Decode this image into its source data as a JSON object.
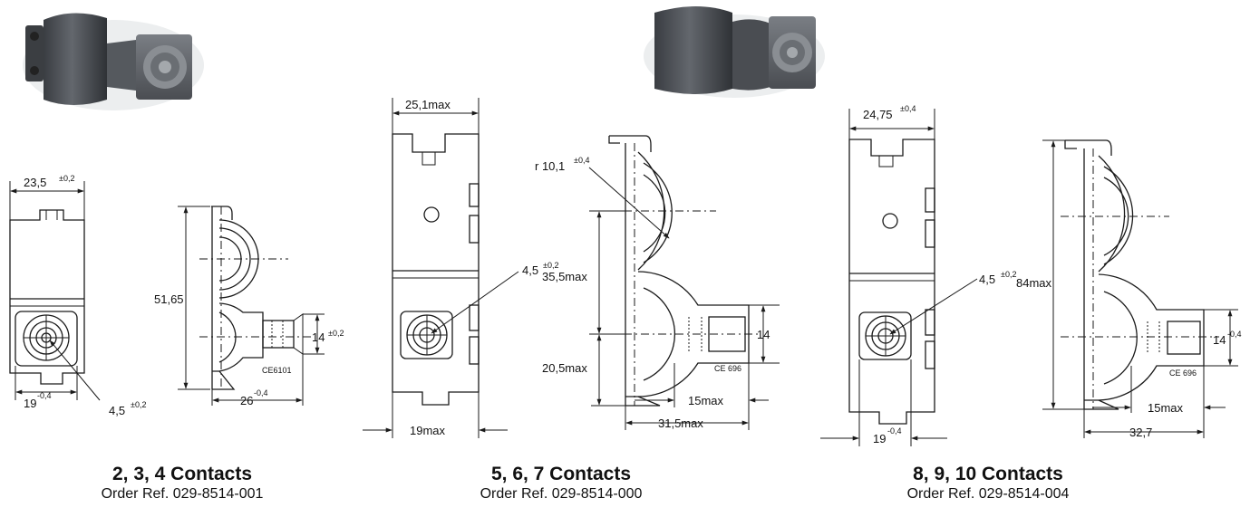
{
  "products": [
    {
      "title": "2, 3, 4 Contacts",
      "order_ref": "Order Ref. 029-8514-001",
      "dims": {
        "width": "23,5",
        "width_tol": "±0,2",
        "height": "51,65",
        "base": "19",
        "base_tol": "-0,4",
        "hole": "4,5",
        "hole_tol": "±0,2",
        "plug": "14",
        "plug_tol": "±0,2",
        "depth": "26",
        "depth_tol": "-0,4",
        "code": "CE6101"
      }
    },
    {
      "title": "5, 6, 7 Contacts",
      "order_ref": "Order Ref. 029-8514-000",
      "dims": {
        "width": "25,1max",
        "radius": "r 10,1",
        "radius_tol": "±0,4",
        "hole": "4,5",
        "hole_tol": "±0,2",
        "pitch": "35,5max",
        "bottom": "20,5max",
        "plug": "14",
        "code": "CE 696",
        "plug_len": "15max",
        "base": "19max",
        "depth": "31,5max"
      }
    },
    {
      "title": "8, 9, 10 Contacts",
      "order_ref": "Order Ref. 029-8514-004",
      "dims": {
        "width": "24,75",
        "width_tol": "±0,4",
        "hole": "4,5",
        "hole_tol": "±0,2",
        "height": "84max",
        "plug": "14",
        "plug_tol": "-0,4",
        "code": "CE 696",
        "plug_len": "15max",
        "base": "19",
        "base_tol": "-0,4",
        "depth": "32,7"
      }
    }
  ]
}
